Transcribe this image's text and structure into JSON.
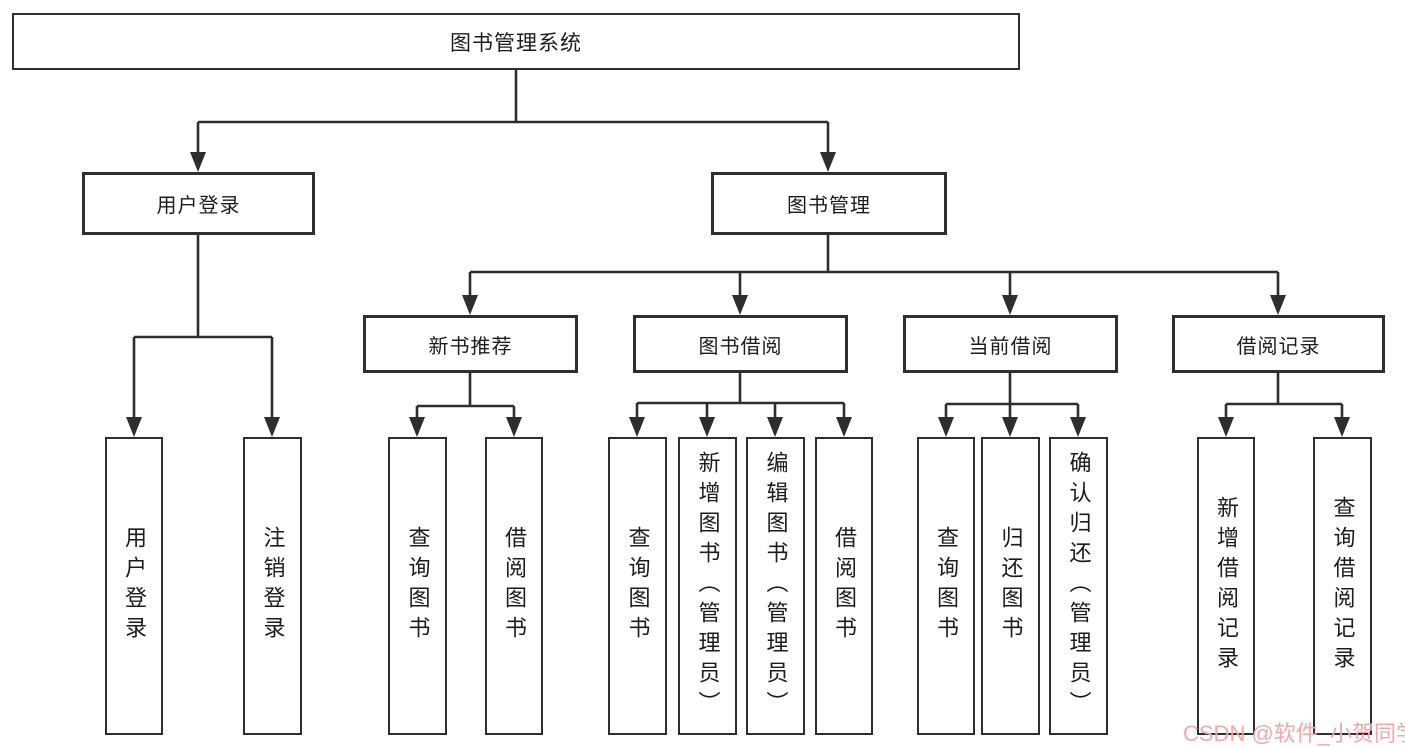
{
  "diagram": {
    "type": "hierarchy-tree",
    "title": "图书管理系统",
    "colors": {
      "line": "#2e2e2e",
      "box_border": "#2e2e2e",
      "box_fill": "#ffffff",
      "text": "#1c1c1c",
      "watermark": "#f2a8a8",
      "background": "#ffffff"
    },
    "nodes": {
      "root": "图书管理系统",
      "user_login": "用户登录",
      "book_mgmt": "图书管理",
      "new_book_recommend": "新书推荐",
      "book_borrow": "图书借阅",
      "current_borrow": "当前借阅",
      "borrow_record": "借阅记录",
      "user_login_action": "用户登录",
      "logout_action": "注销登录",
      "nb_query_book": "查询图书",
      "nb_borrow_book": "借阅图书",
      "bb_query_book": "查询图书",
      "bb_add_book": "新增图书（管理员）",
      "bb_edit_book": "编辑图书（管理员）",
      "bb_borrow_book": "借阅图书",
      "cb_query_book": "查询图书",
      "cb_return_book": "归还图书",
      "cb_confirm_return": "确认归还（管理员）",
      "br_add_record": "新增借阅记录",
      "br_query_record": "查询借阅记录"
    },
    "tree": {
      "label": "图书管理系统",
      "children": [
        {
          "label": "用户登录",
          "children": [
            {
              "label": "用户登录"
            },
            {
              "label": "注销登录"
            }
          ]
        },
        {
          "label": "图书管理",
          "children": [
            {
              "label": "新书推荐",
              "children": [
                {
                  "label": "查询图书"
                },
                {
                  "label": "借阅图书"
                }
              ]
            },
            {
              "label": "图书借阅",
              "children": [
                {
                  "label": "查询图书"
                },
                {
                  "label": "新增图书（管理员）"
                },
                {
                  "label": "编辑图书（管理员）"
                },
                {
                  "label": "借阅图书"
                }
              ]
            },
            {
              "label": "当前借阅",
              "children": [
                {
                  "label": "查询图书"
                },
                {
                  "label": "归还图书"
                },
                {
                  "label": "确认归还（管理员）"
                }
              ]
            },
            {
              "label": "借阅记录",
              "children": [
                {
                  "label": "新增借阅记录"
                },
                {
                  "label": "查询借阅记录"
                }
              ]
            }
          ]
        }
      ]
    },
    "watermark": "CSDN @软件_小贺同学"
  }
}
